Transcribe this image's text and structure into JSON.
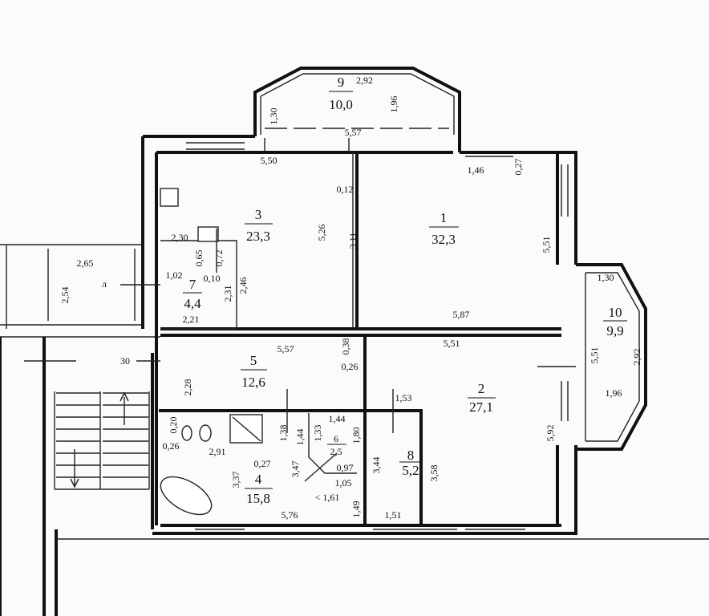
{
  "title": "Floor plan",
  "rooms": [
    {
      "num": "9",
      "area": "10,0",
      "dims": [
        "2,92",
        "1,30",
        "1,96",
        "5,57"
      ]
    },
    {
      "num": "3",
      "area": "23,3",
      "dims": [
        "5,50",
        "0,12",
        "5,26",
        "3,11",
        "2,30",
        "0,65",
        "0,72"
      ]
    },
    {
      "num": "7",
      "area": "4,4",
      "dims": [
        "1,02",
        "0,10",
        "2,31",
        "2,46",
        "2,21"
      ]
    },
    {
      "num": "1",
      "area": "32,3",
      "dims": [
        "1,46",
        "0,27",
        "5,51",
        "5,87"
      ]
    },
    {
      "num": "10",
      "area": "9,9",
      "dims": [
        "1,30",
        "2,92",
        "1,96",
        "5,51"
      ]
    },
    {
      "num": "2",
      "area": "27,1",
      "dims": [
        "5,51",
        "1,53",
        "3,58",
        "5,92"
      ]
    },
    {
      "num": "5",
      "area": "12,6",
      "dims": [
        "5,57",
        "0,38",
        "0,26",
        "2,28"
      ]
    },
    {
      "num": "4",
      "area": "15,8",
      "dims": [
        "0,20",
        "0,26",
        "2,91",
        "0,27",
        "3,37",
        "3,47",
        "1,38",
        "1,44",
        "5,76"
      ]
    },
    {
      "num": "6",
      "area": "2,5",
      "dims": [
        "1,33",
        "1,44",
        "1,80",
        "0,97",
        "1,05",
        "< 1,61",
        "1,49"
      ]
    },
    {
      "num": "8",
      "area": "5,2",
      "dims": [
        "3,44",
        "1,51"
      ]
    }
  ],
  "neighbors": {
    "dims": [
      "2,65",
      "2,54",
      "л",
      "30"
    ]
  }
}
